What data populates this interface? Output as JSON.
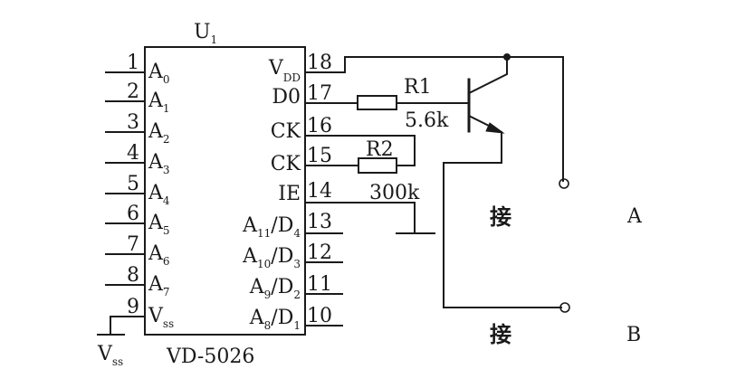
{
  "chip": {
    "designator": {
      "main": "U",
      "sub": "1"
    },
    "part_number": "VD-5026",
    "left_pins": [
      {
        "num": "1",
        "name": "A",
        "sub": "0"
      },
      {
        "num": "2",
        "name": "A",
        "sub": "1"
      },
      {
        "num": "3",
        "name": "A",
        "sub": "2"
      },
      {
        "num": "4",
        "name": "A",
        "sub": "3"
      },
      {
        "num": "5",
        "name": "A",
        "sub": "4"
      },
      {
        "num": "6",
        "name": "A",
        "sub": "5"
      },
      {
        "num": "7",
        "name": "A",
        "sub": "6"
      },
      {
        "num": "8",
        "name": "A",
        "sub": "7"
      },
      {
        "num": "9",
        "name": "V",
        "sub": "ss"
      }
    ],
    "right_pins": [
      {
        "num": "18",
        "name": "V",
        "sub": "DD"
      },
      {
        "num": "17",
        "name": "D0"
      },
      {
        "num": "16",
        "name": "CK"
      },
      {
        "num": "15",
        "name": "CK"
      },
      {
        "num": "14",
        "name": "IE"
      },
      {
        "num": "13",
        "name": "A",
        "sub": "11",
        "name2": "/D",
        "sub2": "4"
      },
      {
        "num": "12",
        "name": "A",
        "sub": "10",
        "name2": "/D",
        "sub2": "3"
      },
      {
        "num": "11",
        "name": "A",
        "sub": "9",
        "name2": "/D",
        "sub2": "2"
      },
      {
        "num": "10",
        "name": "A",
        "sub": "8",
        "name2": "/D",
        "sub2": "1"
      }
    ]
  },
  "resistors": {
    "r1": {
      "label": "R1",
      "value": "5.6k"
    },
    "r2": {
      "label": "R2",
      "value": "300k"
    }
  },
  "ground_label": {
    "main": "V",
    "sub": "ss"
  },
  "terminals": {
    "a": {
      "prefix": "接",
      "name": "A"
    },
    "b": {
      "prefix": "接",
      "name": "B"
    }
  }
}
